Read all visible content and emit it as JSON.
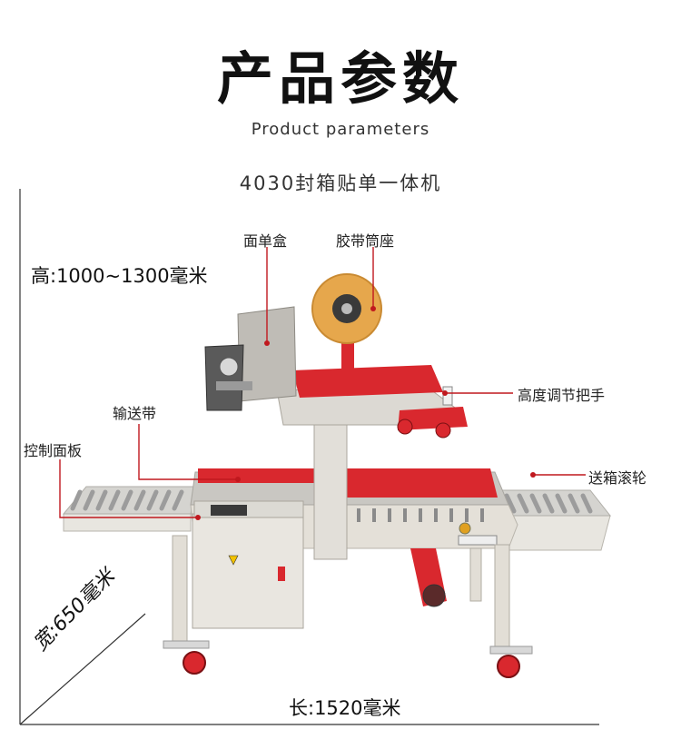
{
  "header": {
    "title": "产品参数",
    "subtitle": "Product parameters",
    "model": "4030封箱贴单一体机"
  },
  "dimensions": {
    "height": "高:1000~1300毫米",
    "width": "宽:650毫米",
    "length": "长:1520毫米"
  },
  "callouts": {
    "label_box": "面单盒",
    "tape_holder": "胶带筒座",
    "height_handle": "高度调节把手",
    "conveyor_belt": "输送带",
    "control_panel": "控制面板",
    "feed_rollers": "送箱滚轮"
  },
  "colors": {
    "machine_red": "#d9282e",
    "machine_frame": "#e4e0d8",
    "callout_line": "#c0181e",
    "tape": "#e6a74c"
  }
}
